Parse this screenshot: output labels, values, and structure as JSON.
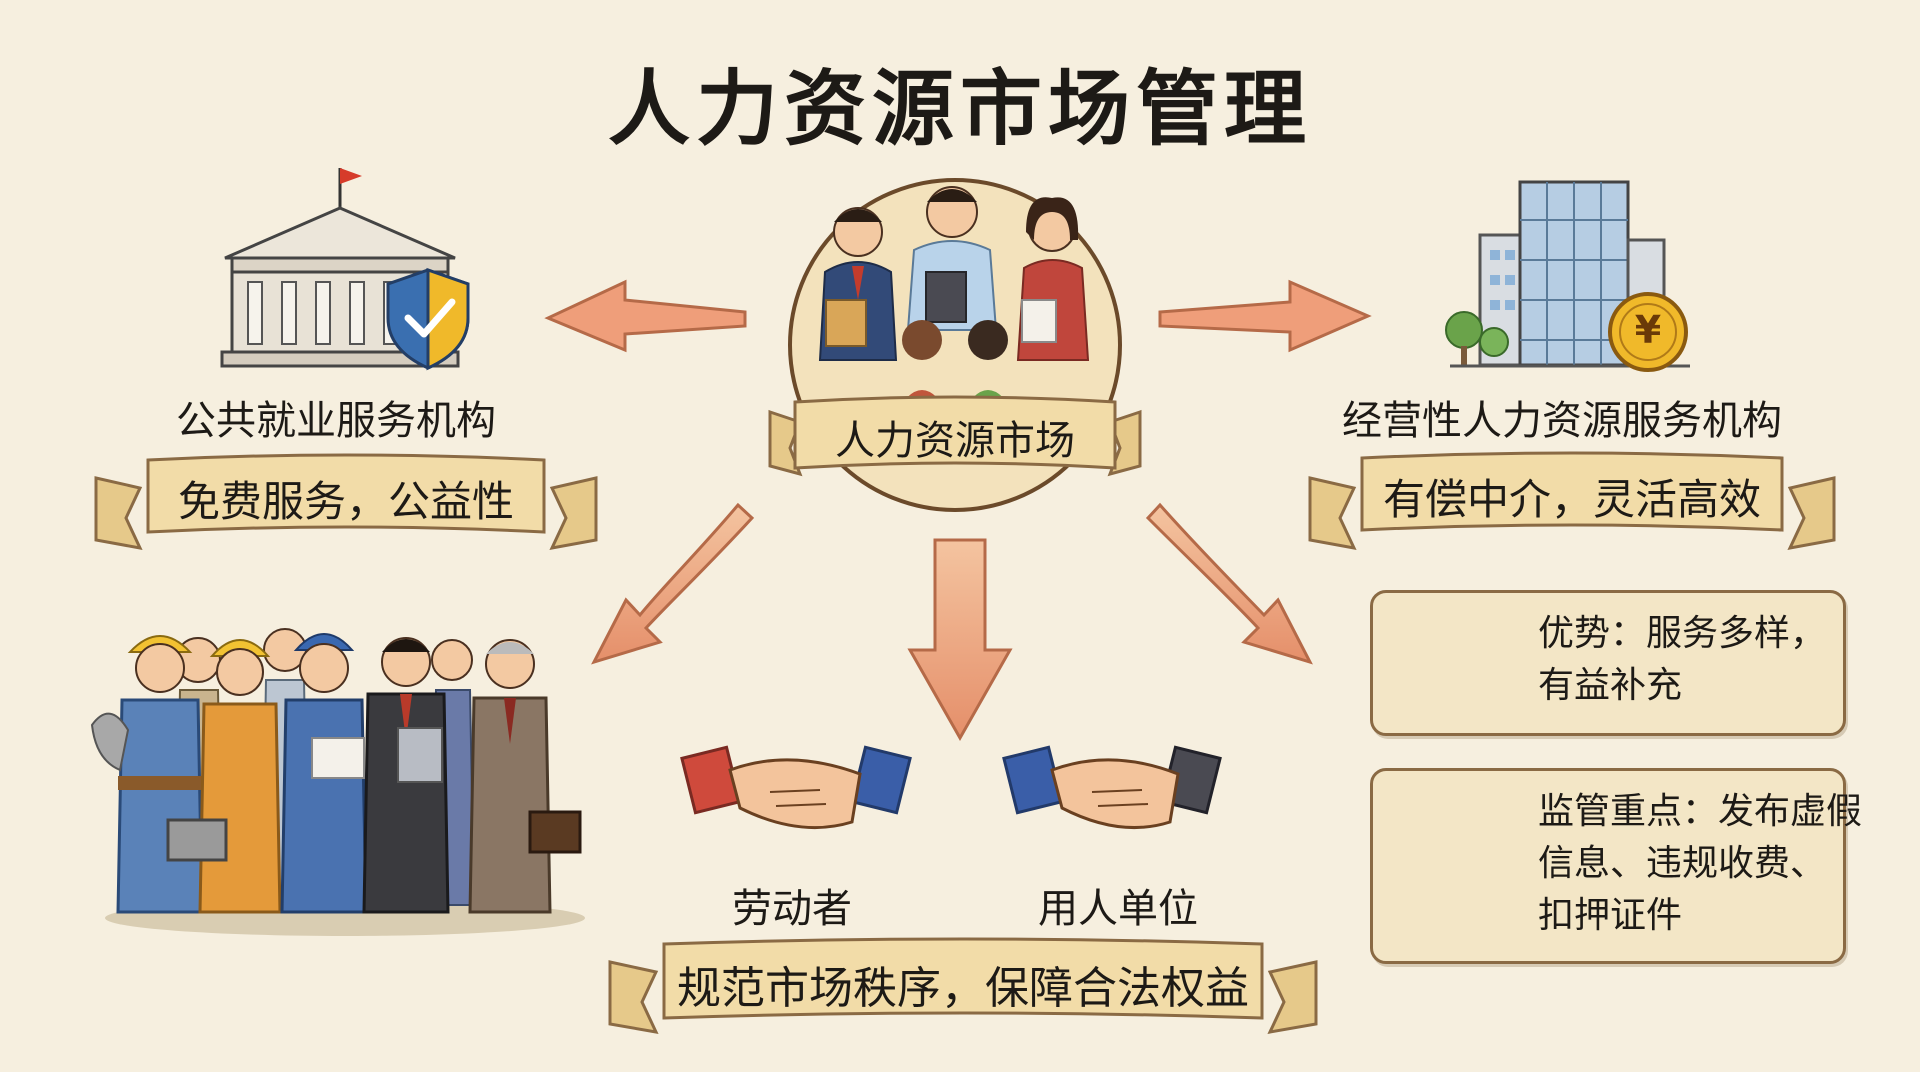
{
  "title": "人力资源市场管理",
  "center": {
    "badge": "人力资源市场"
  },
  "left": {
    "name": "公共就业服务机构",
    "banner": "免费服务，公益性"
  },
  "right": {
    "name": "经营性人力资源服务机构",
    "banner": "有偿中介，灵活高效"
  },
  "bottom": {
    "worker": "劳动者",
    "employer": "用人单位",
    "banner": "规范市场秩序，保障合法权益"
  },
  "cards": {
    "advantage": {
      "line1": "优势：服务多样，",
      "line2": "有益补充"
    },
    "supervision": {
      "line1": "监管重点：发布虚假",
      "line2": "信息、违规收费、",
      "line3": "扣押证件"
    }
  },
  "icons": {
    "government": "government-building-icon",
    "shield": "shield-check-icon",
    "office": "office-tower-icon",
    "coin": "yen-coin-icon",
    "gear": "gear-icon",
    "clock": "clock-icon",
    "warning": "warning-chain-icon",
    "handshake": "handshake-icon"
  },
  "colors": {
    "arrow": "#e8a27c",
    "banner": "#f2dca8",
    "paper": "#f6efdf",
    "coin": "#f0b92a",
    "shield": "#3a6fb0"
  },
  "coin_symbol": "¥"
}
